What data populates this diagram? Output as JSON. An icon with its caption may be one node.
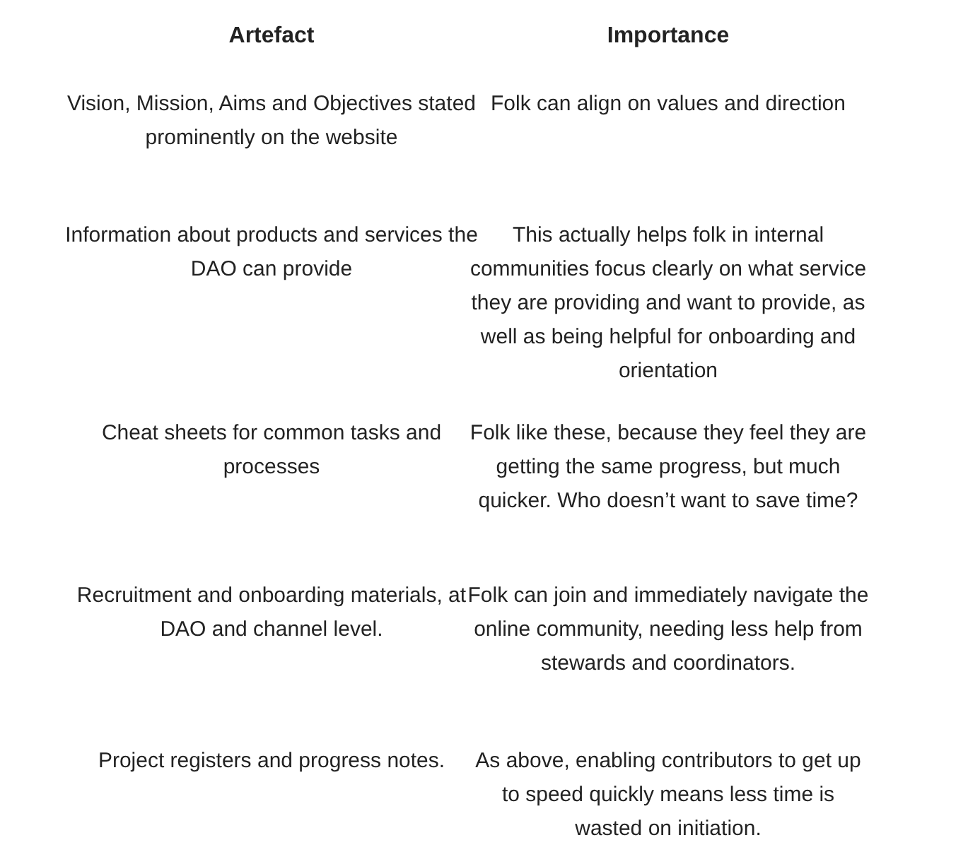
{
  "diagram": {
    "labels": [
      "Artefact",
      "Importance",
      "Vision, Mission, Aims and Objectives stated prominently on the website",
      "Folk can align on values and direction",
      "Information about products and services the DAO can provide",
      "This actually helps folk in internal communities focus clearly on what service they are providing and want to provide, as well as being helpful for onboarding and orientation",
      "Cheat sheets for common tasks and processes",
      "Folk like these, because they feel they are getting the same progress, but much quicker. Who doesn’t want to save time?",
      "Recruitment and onboarding materials, at DAO and channel level.",
      "Folk can join and immediately navigate the online community, needing less help from stewards and coordinators.",
      "Project registers and progress notes.",
      "As above, enabling contributors to get up to speed quickly means less time is wasted on initiation."
    ]
  }
}
